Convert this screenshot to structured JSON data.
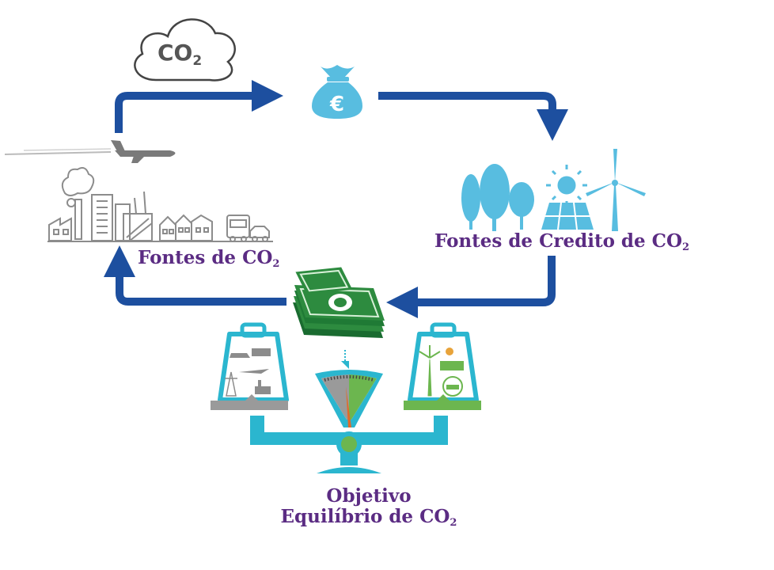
{
  "cloud": {
    "text": "CO",
    "sub": "2"
  },
  "money_bag": {
    "symbol": "€"
  },
  "sources": {
    "label": "Fontes de CO",
    "sub": "2"
  },
  "credit_sources": {
    "label": "Fontes de Credito de CO",
    "sub": "2"
  },
  "goal": {
    "line1": "Objetivo",
    "line2": "Equilíbrio de CO",
    "sub": "2"
  },
  "colors": {
    "arrow": "#1d4f9f",
    "label": "#5b2c83",
    "light_blue": "#58bde0",
    "cash_green": "#2d8b3f",
    "scale_teal": "#2bb6cf",
    "gray": "#9a9a9a",
    "green": "#6cb64f",
    "gauge_needle": "#e06a2a"
  },
  "icons": [
    "cloud-icon",
    "money-bag-icon",
    "airplane-icon",
    "factory-city-icon",
    "tree-icon",
    "sun-icon",
    "solar-panel-icon",
    "wind-turbine-icon",
    "cash-stack-icon",
    "balance-scale-icon"
  ]
}
